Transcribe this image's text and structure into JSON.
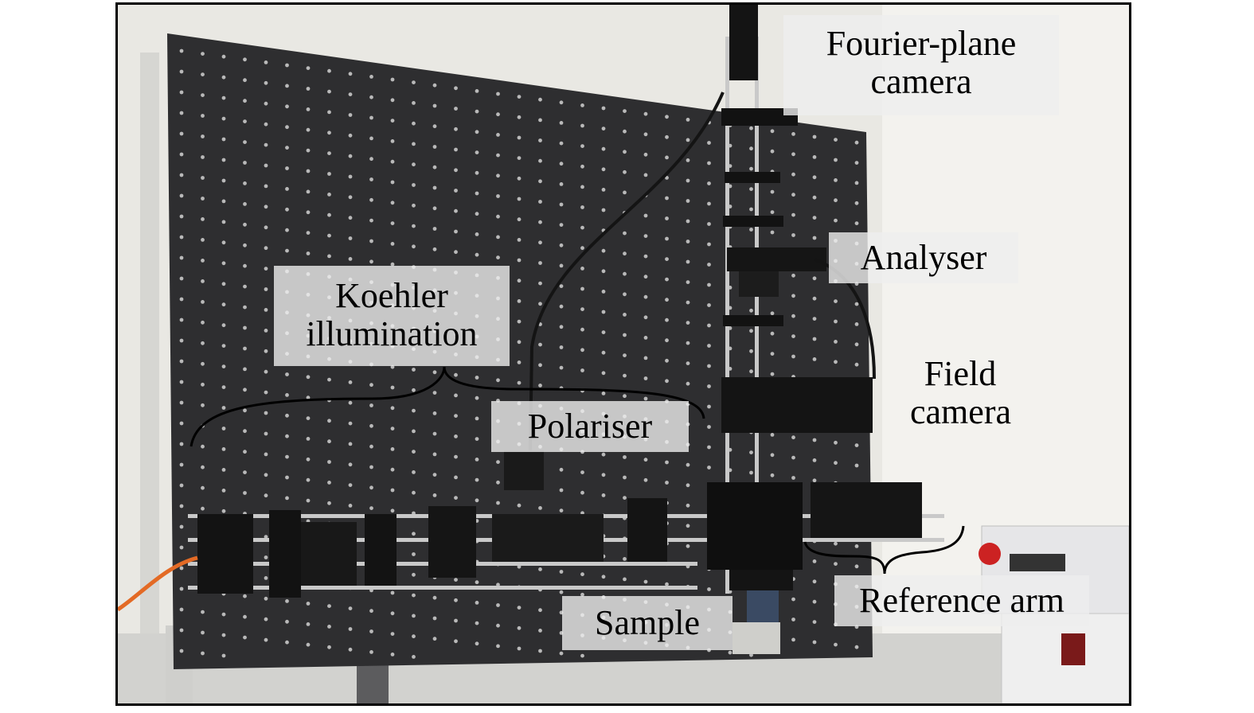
{
  "photo": {
    "subject": "optical microscope setup mounted on a perforated breadboard"
  },
  "labels": {
    "fourier_plane_camera": [
      "Fourier-plane",
      "camera"
    ],
    "analyser": "Analyser",
    "koehler_illumination": [
      "Koehler",
      "illumination"
    ],
    "polariser": "Polariser",
    "field_camera": [
      "Field",
      "camera"
    ],
    "reference_arm": "Reference arm",
    "sample": "Sample"
  },
  "colors": {
    "breadboard": "#2e2e30",
    "hole": "#b9b9b9",
    "rod": "#c9c9c9",
    "mount": "#111111",
    "fiber": "#e36a25",
    "label_bg": "#eeeeee"
  }
}
